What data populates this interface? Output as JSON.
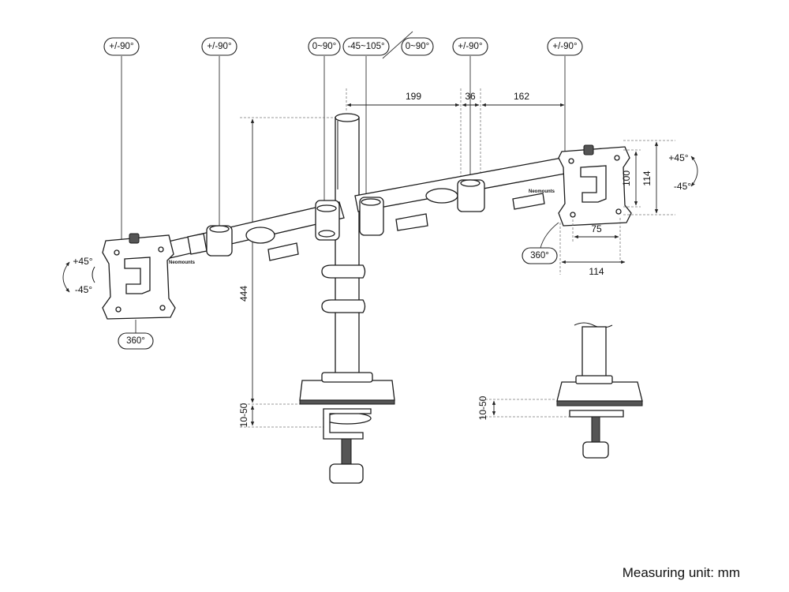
{
  "rotation_labels": {
    "left_plate_tilt": "+/-90°",
    "left_elbow": "+/-90°",
    "center_left": "0~90°",
    "center_pole": "-45~105°",
    "center_right": "0~90°",
    "right_elbow": "+/-90°",
    "right_plate_tilt": "+/-90°",
    "left_rotate": "360°",
    "right_rotate": "360°"
  },
  "tilt_labels": {
    "left_up": "+45°",
    "left_down": "-45°",
    "right_up": "+45°",
    "right_down": "-45°"
  },
  "dimensions": {
    "arm_seg_1": "199",
    "arm_seg_2": "36",
    "arm_seg_3": "162",
    "pole_height": "444",
    "clamp_range": "10-50",
    "clamp_range_detail": "10-50",
    "vesa_inner_h": "100",
    "vesa_outer_h": "114",
    "vesa_inner_w": "75",
    "vesa_outer_w": "114"
  },
  "brand": "Neomounts",
  "footnote": "Measuring unit: mm"
}
